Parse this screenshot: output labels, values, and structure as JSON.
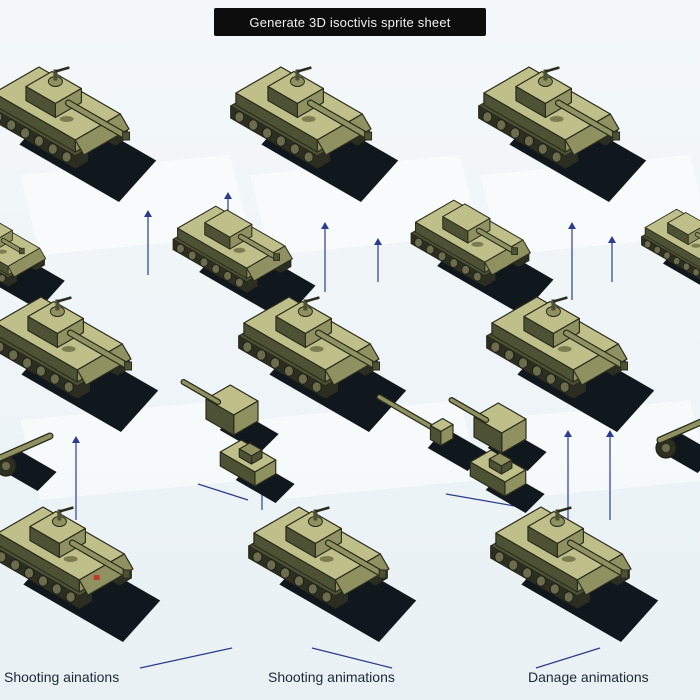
{
  "header": {
    "title": "Generate 3D isoctivis sprite sheet"
  },
  "captions": [
    {
      "text": "Shooting ainations",
      "id": "caption-shooting-1"
    },
    {
      "text": "Shooting animations",
      "id": "caption-shooting-2"
    },
    {
      "text": "Danage animations",
      "id": "caption-damage"
    }
  ],
  "colors": {
    "background": "#eef4f7",
    "tank_light": "#bfbf8a",
    "tank_mid": "#8f9260",
    "tank_dark": "#4e5234",
    "track": "#2c2e22",
    "wheel": "#6b6c4c",
    "shadow": "#11181d",
    "arrow": "#2c3d8f"
  },
  "sprites": [
    {
      "name": "tank-heavy-1",
      "kind": "tank"
    },
    {
      "name": "tank-heavy-2",
      "kind": "tank"
    },
    {
      "name": "tank-heavy-3",
      "kind": "tank"
    },
    {
      "name": "tank-partial-left",
      "kind": "tank"
    },
    {
      "name": "tank-small-1",
      "kind": "tank"
    },
    {
      "name": "tank-small-2",
      "kind": "tank"
    },
    {
      "name": "tank-partial-right",
      "kind": "tank"
    },
    {
      "name": "tank-mid-1",
      "kind": "tank"
    },
    {
      "name": "tank-mid-2",
      "kind": "tank"
    },
    {
      "name": "tank-mid-3",
      "kind": "tank"
    },
    {
      "name": "cannon-part-left",
      "kind": "part"
    },
    {
      "name": "turret-part-1",
      "kind": "part"
    },
    {
      "name": "hull-part-1",
      "kind": "part"
    },
    {
      "name": "barrel-part-1",
      "kind": "part"
    },
    {
      "name": "turret-part-2",
      "kind": "part"
    },
    {
      "name": "hull-part-2",
      "kind": "part"
    },
    {
      "name": "cannon-part-right",
      "kind": "part"
    },
    {
      "name": "tank-bottom-1",
      "kind": "tank"
    },
    {
      "name": "tank-bottom-2",
      "kind": "tank"
    },
    {
      "name": "tank-bottom-3",
      "kind": "tank"
    }
  ]
}
